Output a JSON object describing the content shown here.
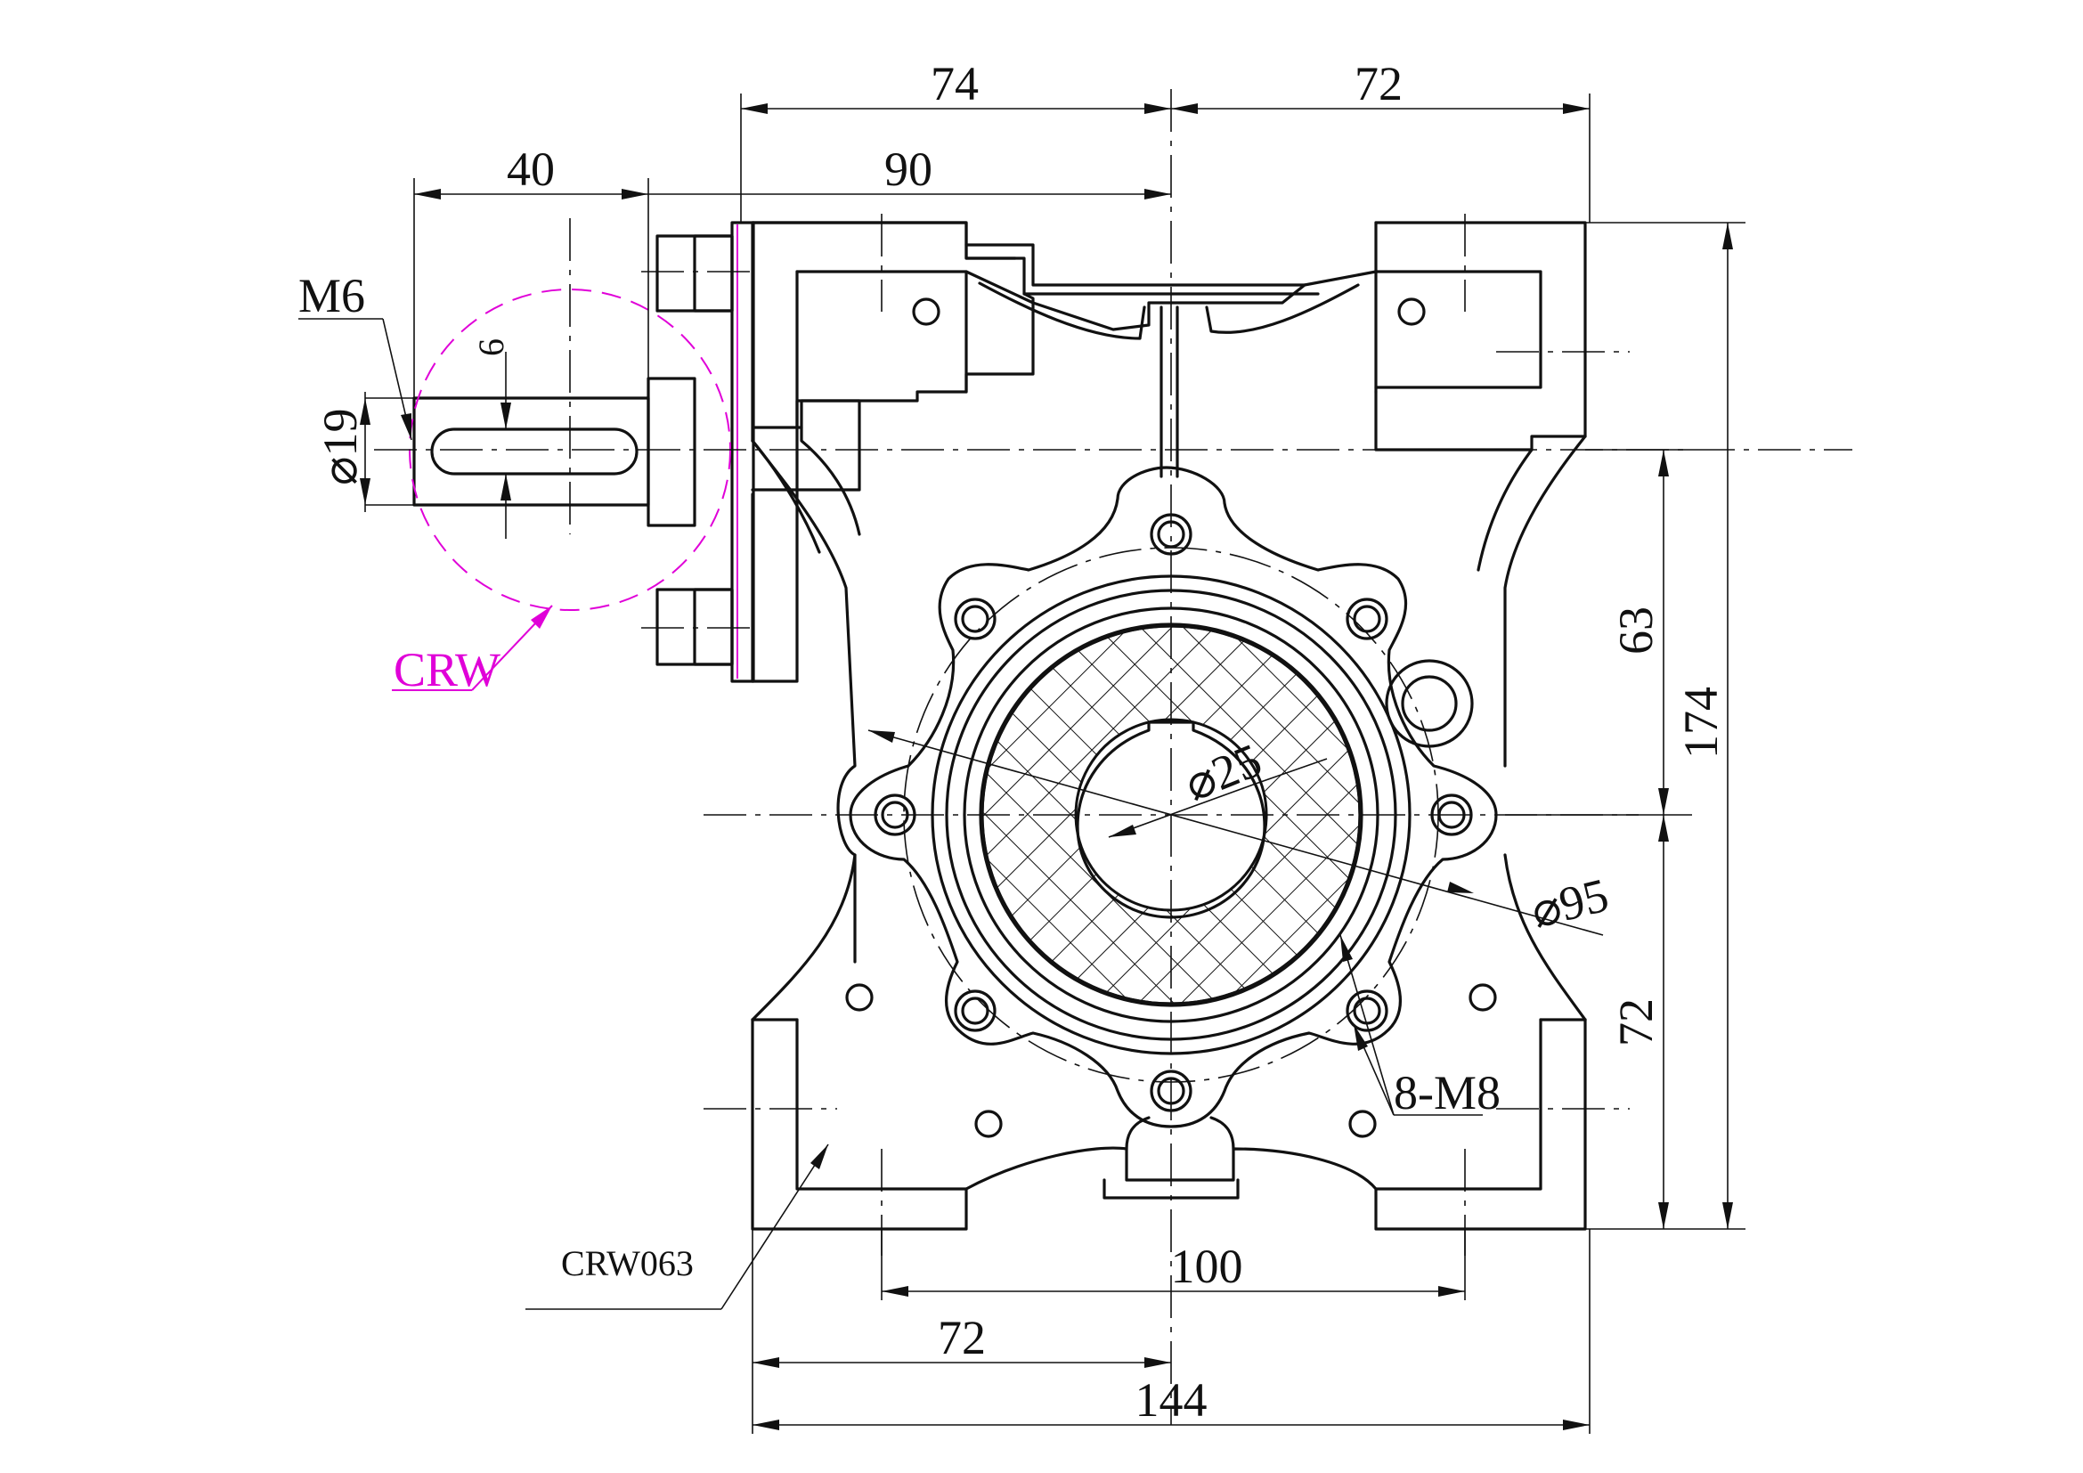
{
  "dimensions": {
    "top_left_width": "74",
    "top_right_width": "72",
    "shaft_length": "40",
    "shaft_offset": "90",
    "thread": "M6",
    "key_width": "6",
    "shaft_diameter": "⌀19",
    "bore_diameter": "⌀25",
    "flange_pcd": "⌀95",
    "upper_height": "63",
    "total_height": "174",
    "lower_height": "72",
    "tapped_holes": "8-M8",
    "foot_hole_spacing": "100",
    "bottom_half_width": "72",
    "overall_width": "144"
  },
  "labels": {
    "motor_flange_option": "CRW",
    "model": "CRW063"
  },
  "colors": {
    "line": "#111111",
    "option_highlight": "#e000d8"
  }
}
